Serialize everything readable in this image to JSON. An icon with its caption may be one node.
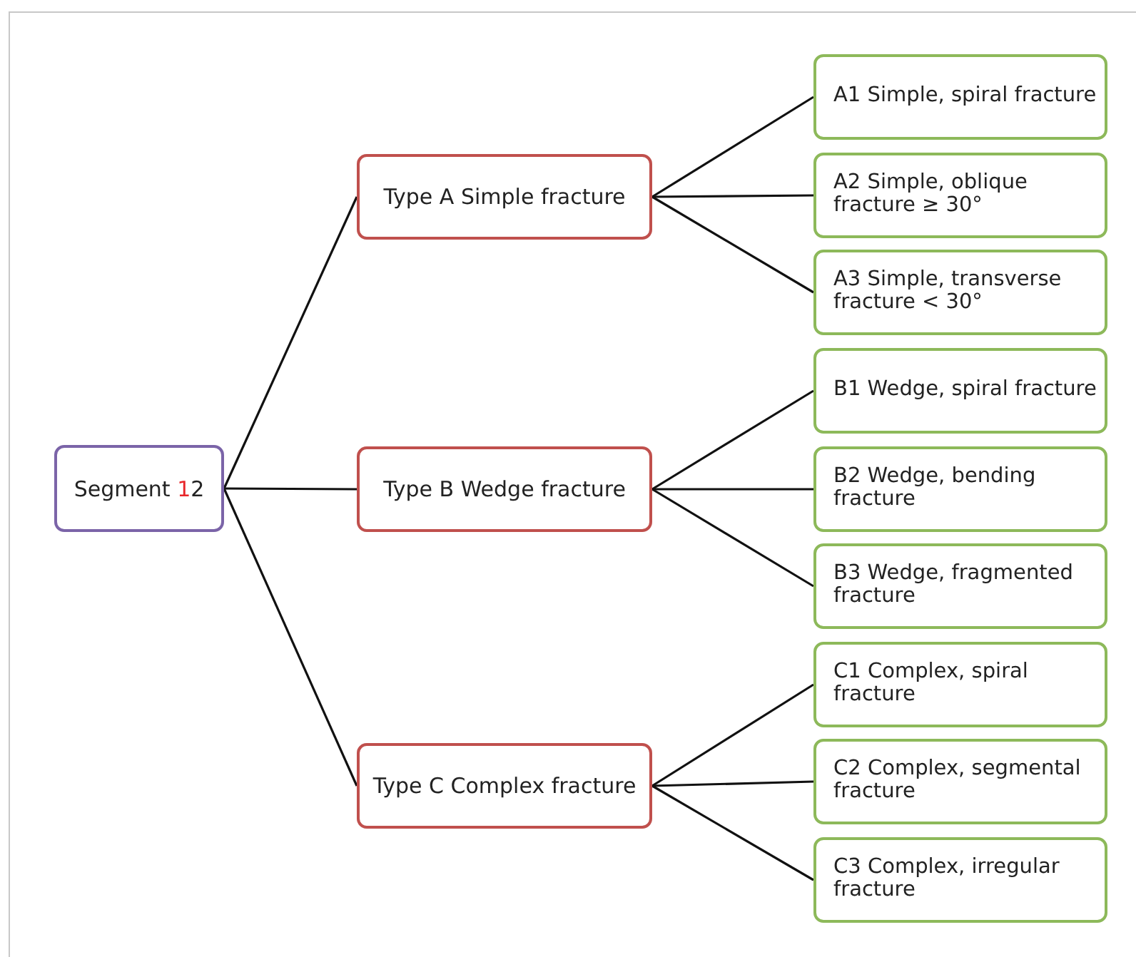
{
  "diagram": {
    "nodes": [
      {
        "text": [
          "Segment 12"
        ]
      },
      {
        "text": [
          "Type A Simple fracture"
        ]
      },
      {
        "text": [
          "Type B Wedge fracture"
        ]
      },
      {
        "text": [
          "Type C Complex fracture"
        ]
      },
      {
        "text": [
          "A1 Simple, spiral fracture"
        ]
      },
      {
        "text": [
          "A2 Simple, oblique fracture ≥ 30°"
        ]
      },
      {
        "text": [
          "A3 Simple, transverse fracture < 30°"
        ]
      },
      {
        "text": [
          "B1 Wedge, spiral fracture"
        ]
      },
      {
        "text": [
          "B2 Wedge, bending fracture"
        ]
      },
      {
        "text": [
          "B3 Wedge, fragmented fracture"
        ]
      },
      {
        "text": [
          "C1 Complex, spiral fracture"
        ]
      },
      {
        "text": [
          "C2 Complex, segmental fracture"
        ]
      },
      {
        "text": [
          "C3 Complex, irregular fracture"
        ]
      }
    ],
    "edges": [
      {
        "from": 0,
        "to": 1,
        "arrow": "none"
      },
      {
        "from": 0,
        "to": 2,
        "arrow": "none"
      },
      {
        "from": 0,
        "to": 3,
        "arrow": "none"
      },
      {
        "from": 1,
        "to": 4,
        "arrow": "none"
      },
      {
        "from": 1,
        "to": 5,
        "arrow": "none"
      },
      {
        "from": 1,
        "to": 6,
        "arrow": "none"
      },
      {
        "from": 2,
        "to": 7,
        "arrow": "none"
      },
      {
        "from": 2,
        "to": 8,
        "arrow": "none"
      },
      {
        "from": 2,
        "to": 9,
        "arrow": "none"
      },
      {
        "from": 3,
        "to": 10,
        "arrow": "none"
      },
      {
        "from": 3,
        "to": 11,
        "arrow": "none"
      },
      {
        "from": 3,
        "to": 12,
        "arrow": "none"
      }
    ]
  }
}
